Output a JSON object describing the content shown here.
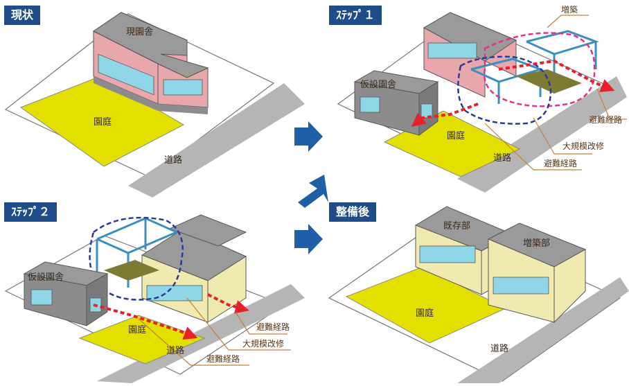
{
  "panels": {
    "current": {
      "tag": "現状",
      "building_label": "現園舎",
      "yard_label": "園庭",
      "road_label": "道路"
    },
    "step1": {
      "tag": "ｽﾃｯﾌﾟ１",
      "temp_label": "仮設園舎",
      "yard_label": "園庭",
      "road_label": "道路",
      "callouts": {
        "extension": "増築",
        "evac_a": "避難経路",
        "renovation": "大規模改修",
        "evac_b": "避難経路"
      }
    },
    "step2": {
      "tag": "ｽﾃｯﾌﾟ２",
      "temp_label": "仮設園舎",
      "yard_label": "園庭",
      "road_label": "道路",
      "callouts": {
        "evac_a": "避難経路",
        "renovation": "大規模改修",
        "evac_b": "避難経路"
      }
    },
    "after": {
      "tag": "整備後",
      "existing_label": "既存部",
      "extension_label": "増築部",
      "yard_label": "園庭",
      "road_label": "道路"
    }
  },
  "colors": {
    "tag_bg": "#1f4d8a",
    "arrow": "#1f5fa8",
    "yard": "#e3e000",
    "roof": "#9a9a9a",
    "pink_wall": "#e8a7ab",
    "cream_wall": "#f0eab0",
    "gray_wall": "#8c8c8c",
    "glass": "#8fd6e6",
    "evac_route": "#e8202a",
    "extension_outline": "#e0338a",
    "renovation_outline": "#2a3a9a"
  }
}
